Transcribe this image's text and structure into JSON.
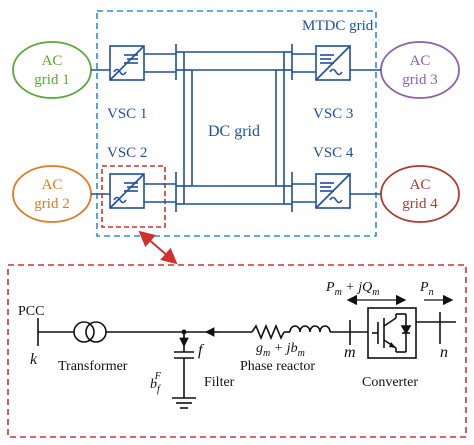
{
  "top": {
    "mtdc_label": "MTDC grid",
    "dc_grid_label": "DC grid",
    "grids": [
      {
        "line1": "AC",
        "line2": "grid 1",
        "color": "#5aa83c"
      },
      {
        "line1": "AC",
        "line2": "grid 2",
        "color": "#e07b1f"
      },
      {
        "line1": "AC",
        "line2": "grid 3",
        "color": "#8e5fa8"
      },
      {
        "line1": "AC",
        "line2": "grid 4",
        "color": "#b03a30"
      }
    ],
    "vscs": [
      "VSC 1",
      "VSC 2",
      "VSC 3",
      "VSC 4"
    ]
  },
  "detail": {
    "pcc": "PCC",
    "k": "k",
    "transformer": "Transformer",
    "f": "f",
    "filter": "Filter",
    "bf_main": "b",
    "bf_sup": "F",
    "bf_sub": "f",
    "gm": "g",
    "gm_sub": "m",
    "plus_jb": " + jb",
    "bm_sub": "m",
    "phase_reactor": "Phase reactor",
    "m": "m",
    "converter": "Converter",
    "n": "n",
    "pm": "P",
    "pm_sub": "m",
    "plus_jq": " + jQ",
    "qm_sub": "m",
    "pn": "P",
    "pn_sub": "n"
  },
  "colors": {
    "blue": "#1f4e9e",
    "dash_blue": "#2a8fd6",
    "red": "#d03030",
    "ink": "#111111"
  }
}
